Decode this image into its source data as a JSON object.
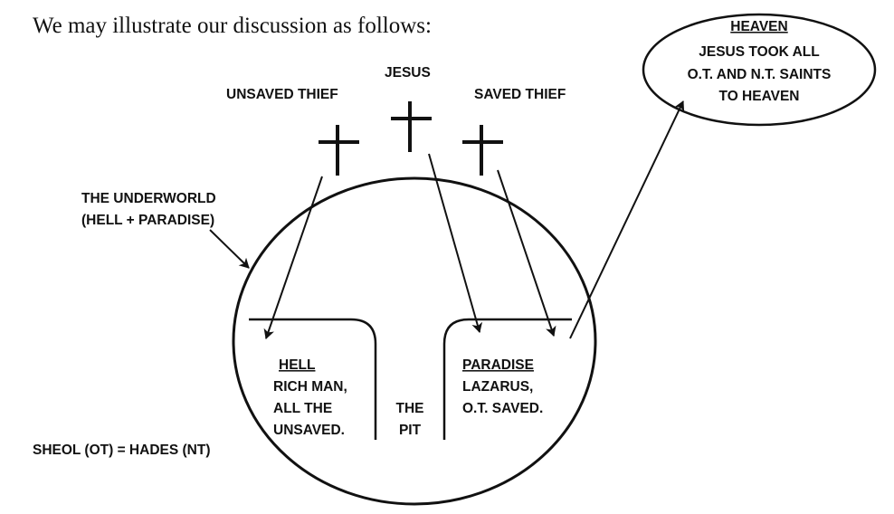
{
  "intro": "We may illustrate our discussion as follows:",
  "labels": {
    "jesus": "JESUS",
    "unsaved_thief": "UNSAVED THIEF",
    "saved_thief": "SAVED THIEF",
    "underworld_line1": "THE UNDERWORLD",
    "underworld_line2": "(HELL + PARADISE)",
    "sheol": "SHEOL (OT) = HADES (NT)"
  },
  "heaven": {
    "title": "HEAVEN",
    "lines": [
      "JESUS TOOK ALL",
      "O.T. AND  N.T. SAINTS",
      "TO HEAVEN"
    ]
  },
  "hell": {
    "title": "HELL",
    "lines": [
      "RICH MAN,",
      "ALL THE",
      "UNSAVED."
    ]
  },
  "pit": {
    "lines": [
      "THE",
      "PIT"
    ]
  },
  "paradise": {
    "title": "PARADISE",
    "lines": [
      "LAZARUS,",
      "O.T. SAVED."
    ]
  },
  "colors": {
    "ink": "#111111",
    "background": "#ffffff"
  }
}
